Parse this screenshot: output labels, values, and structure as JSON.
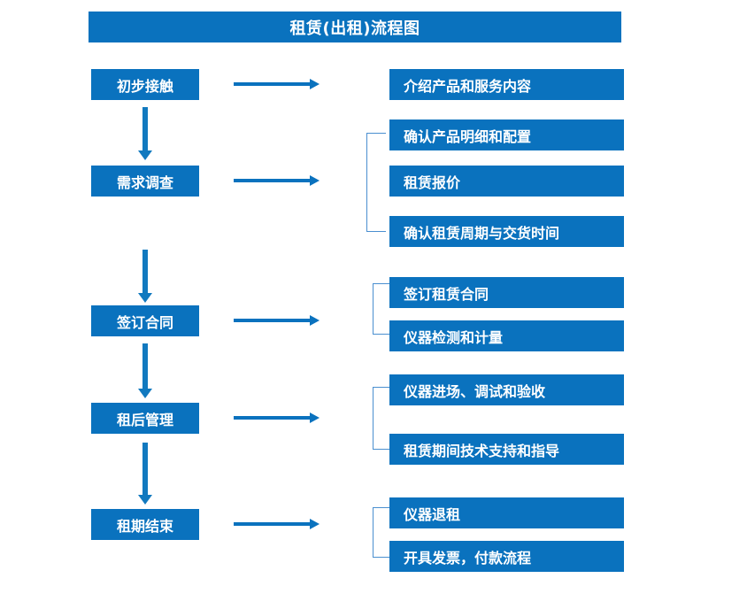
{
  "title": "租赁(出租)流程图",
  "colors": {
    "box_fill": "#0a72be",
    "box_text": "#ffffff",
    "arrow": "#0a72be",
    "vertical_arrow": "#1179bf",
    "bracket": "#4a8fd0",
    "background": "#ffffff"
  },
  "chart_data": {
    "type": "diagram",
    "title": "租赁(出租)流程图",
    "stages": [
      {
        "stage": "初步接触",
        "details": [
          "介绍产品和服务内容"
        ],
        "bracketed": false
      },
      {
        "stage": "需求调查",
        "details": [
          "确认产品明细和配置",
          "租赁报价",
          "确认租赁周期与交货时间"
        ],
        "bracketed": true
      },
      {
        "stage": "签订合同",
        "details": [
          "签订租赁合同",
          "仪器检测和计量"
        ],
        "bracketed": true
      },
      {
        "stage": "租后管理",
        "details": [
          "仪器进场、调试和验收",
          "租赁期间技术支持和指导"
        ],
        "bracketed": true
      },
      {
        "stage": "租期结束",
        "details": [
          "仪器退租",
          "开具发票，付款流程"
        ],
        "bracketed": true
      }
    ]
  },
  "stages": [
    {
      "label": "初步接触"
    },
    {
      "label": "需求调查"
    },
    {
      "label": "签订合同"
    },
    {
      "label": "租后管理"
    },
    {
      "label": "租期结束"
    }
  ],
  "details": [
    {
      "label": "介绍产品和服务内容"
    },
    {
      "label": "确认产品明细和配置"
    },
    {
      "label": "租赁报价"
    },
    {
      "label": "确认租赁周期与交货时间"
    },
    {
      "label": "签订租赁合同"
    },
    {
      "label": "仪器检测和计量"
    },
    {
      "label": "仪器进场、调试和验收"
    },
    {
      "label": "租赁期间技术支持和指导"
    },
    {
      "label": "仪器退租"
    },
    {
      "label": "开具发票，付款流程"
    }
  ]
}
